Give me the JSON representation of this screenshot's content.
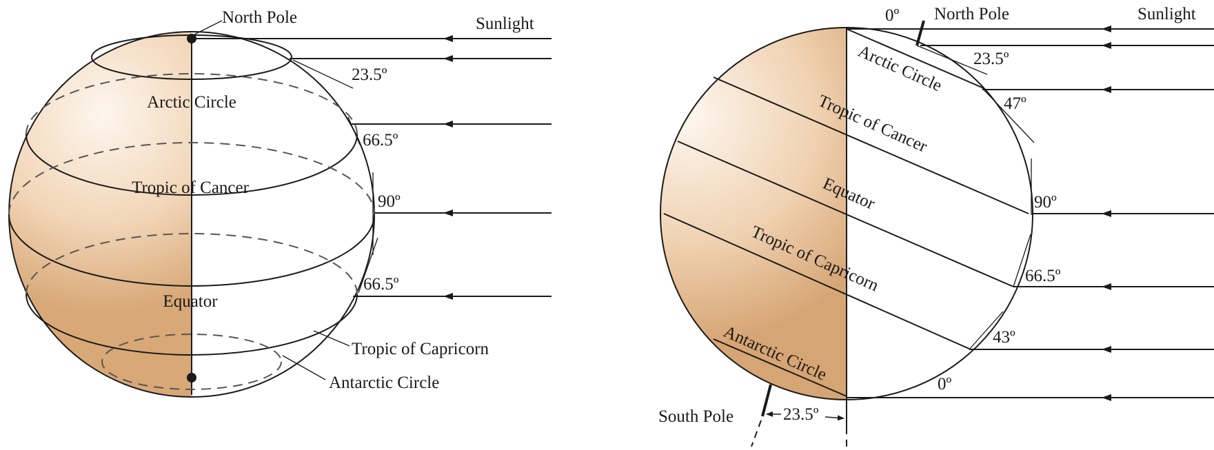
{
  "left_figure": {
    "labels": {
      "north_pole": "North Pole",
      "sunlight": "Sunlight",
      "arctic_circle": "Arctic Circle",
      "tropic_of_cancer": "Tropic of Cancer",
      "equator": "Equator",
      "tropic_of_capricorn": "Tropic of Capricorn",
      "antarctic_circle": "Antarctic Circle"
    },
    "angles": {
      "arctic": "23.5º",
      "cancer": "66.5º",
      "equator": "90º",
      "capricorn": "66.5º"
    }
  },
  "right_figure": {
    "labels": {
      "north_pole": "North Pole",
      "south_pole": "South Pole",
      "sunlight": "Sunlight",
      "arctic_circle": "Arctic Circle",
      "tropic_of_cancer": "Tropic of Cancer",
      "equator": "Equator",
      "tropic_of_capricorn": "Tropic of Capricorn",
      "antarctic_circle": "Antarctic Circle"
    },
    "angles": {
      "top": "0º",
      "arctic": "23.5º",
      "cancer": "47º",
      "equator": "90º",
      "capricorn": "66.5º",
      "antarctic": "43º",
      "bottom": "0º",
      "axial_tilt": "23.5º"
    }
  },
  "colors": {
    "shade_light": "#fdf3e8",
    "shade_dark": "#d9a876",
    "line": "#1a1a1a",
    "dash": "#555555"
  }
}
